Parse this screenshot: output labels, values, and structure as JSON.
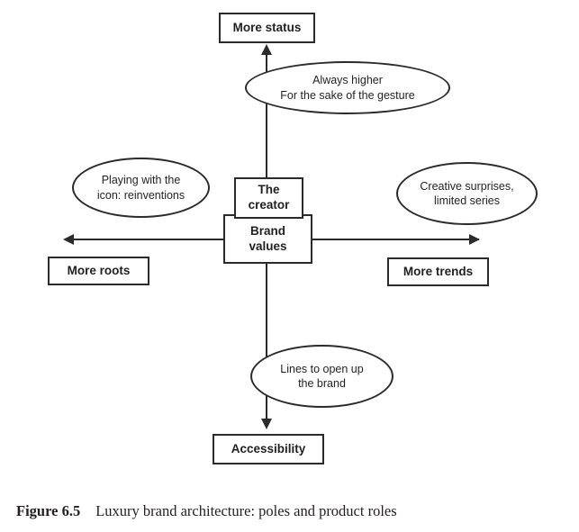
{
  "figure": {
    "colors": {
      "stroke": "#2b2b2b",
      "text": "#231f20",
      "background": "#ffffff"
    },
    "poles": {
      "north": {
        "label": "More status"
      },
      "south": {
        "label": "Accessibility"
      },
      "west": {
        "label": "More roots"
      },
      "east": {
        "label": "More trends"
      }
    },
    "center": {
      "creator": {
        "line1": "The",
        "line2": "creator"
      },
      "brand_values": {
        "line1": "Brand",
        "line2": "values"
      }
    },
    "ellipses": {
      "north": {
        "line1": "Always higher",
        "line2": "For the sake of the gesture"
      },
      "west": {
        "line1": "Playing with the",
        "line2": "icon: reinventions"
      },
      "east": {
        "line1": "Creative surprises,",
        "line2": "limited series"
      },
      "south": {
        "line1": "Lines to open up",
        "line2": "the brand"
      }
    }
  },
  "caption": {
    "label": "Figure 6.5",
    "text": "Luxury brand architecture: poles and product roles"
  }
}
